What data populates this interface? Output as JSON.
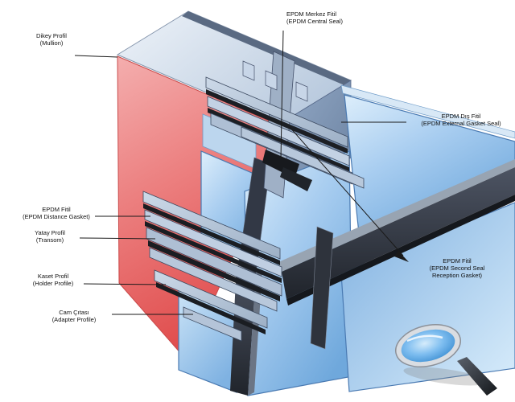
{
  "diagram": {
    "type": "curtain-wall-facade-cutaway",
    "labels": {
      "mullion": {
        "line1": "Dikey Profil",
        "line2": "(Mullion)"
      },
      "central_seal": {
        "line1": "EPDM Merkez Fitil",
        "line2": "(EPDM Central Seal)"
      },
      "external_gasket": {
        "line1": "EPDM Dış Fitil",
        "line2": "(EPDM External Gasket Seal)"
      },
      "second_seal": {
        "line1": "EPDM Fitil",
        "line2": "(EPDM Second Seal",
        "line3": "Reception Gasket)"
      },
      "distance_gasket": {
        "line1": "EPDM Fitil",
        "line2": "(EPDM Distance Gasket)"
      },
      "transom": {
        "line1": "Yatay Profil",
        "line2": "(Transom)"
      },
      "holder_profile": {
        "line1": "Kaset Profil",
        "line2": "(Holder Profile)"
      },
      "adapter_profile": {
        "line1": "Cam Çıtası",
        "line2": "(Adapter Profile)"
      }
    },
    "icons": {
      "magnifier": "magnifying-glass"
    },
    "colors": {
      "mullion_red": "#e05252",
      "mullion_top_blue": "#c4d3e5",
      "inner_face_blue": "#7e94b2",
      "glass_blue": "#8fbfe8",
      "profile_aluminum": "#b9c7da",
      "cap_dark": "#23272e",
      "lens_blue": "#3f97e0",
      "leader_line": "#1a1a1a"
    }
  }
}
